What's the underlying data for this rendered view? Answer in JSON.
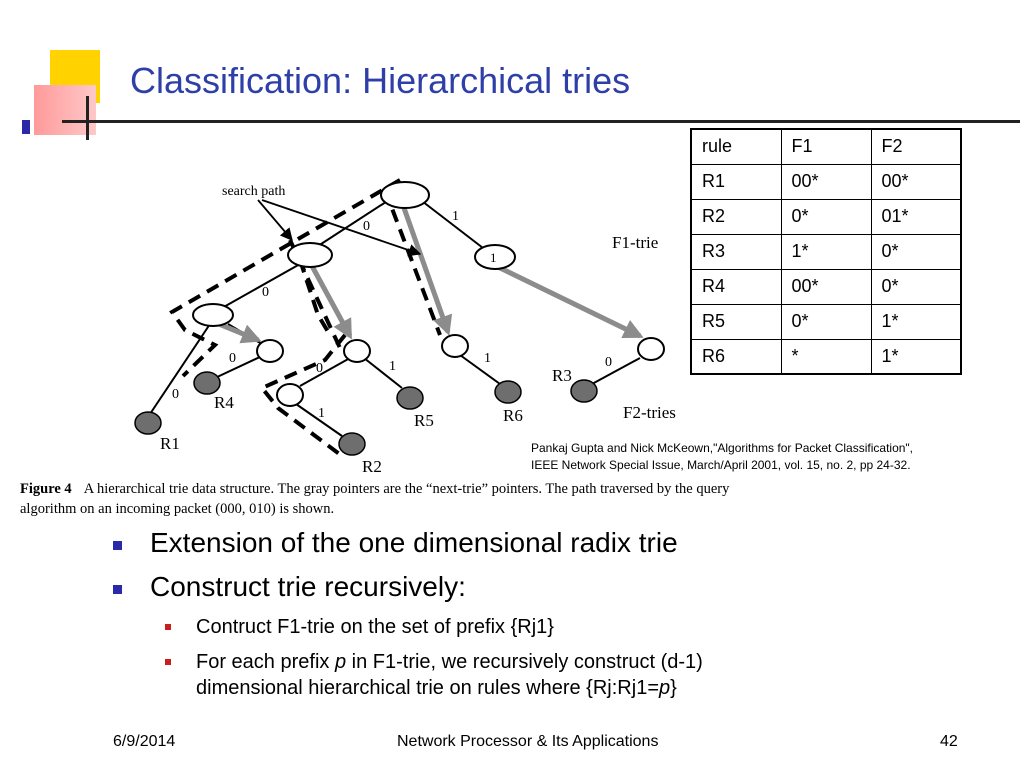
{
  "slide": {
    "title": "Classification: Hierarchical tries"
  },
  "table": {
    "rows": [
      [
        "rule",
        "F1",
        "F2"
      ],
      [
        "R1",
        "00*",
        "00*"
      ],
      [
        "R2",
        "0*",
        "01*"
      ],
      [
        "R3",
        "1*",
        "0*"
      ],
      [
        "R4",
        "00*",
        "0*"
      ],
      [
        "R5",
        "0*",
        "1*"
      ],
      [
        "R6",
        "*",
        "1*"
      ]
    ]
  },
  "figure": {
    "search_path_label": "search path",
    "f1_trie_label": "F1-trie",
    "f2_tries_label": "F2-tries",
    "edge_labels": {
      "e_root_0": "0",
      "e_root_1": "1",
      "e_n0_0": "0",
      "e_n1_1": "1",
      "e_n00_0": "0",
      "e_n00_0b": "0",
      "e_n0_0c": "0",
      "e_n0_1": "1",
      "e_b_1": "1",
      "e_n1_0": "0",
      "e_g_1": "1"
    },
    "rule_labels": {
      "r1": "R1",
      "r2": "R2",
      "r3": "R3",
      "r4": "R4",
      "r5": "R5",
      "r6": "R6"
    },
    "caption_label": "Figure 4",
    "caption_text": "A hierarchical trie data structure. The gray pointers are the “next-trie” pointers. The path traversed by the query algorithm on an incoming packet (000, 010) is shown."
  },
  "citation": {
    "line1": "Pankaj Gupta and Nick McKeown,\"Algorithms for Packet Classification\",",
    "line2": "IEEE Network Special Issue, March/April 2001, vol. 15, no. 2, pp 24-32."
  },
  "bullets": {
    "b1": "Extension of the one dimensional radix trie",
    "b2": "Construct trie recursively:",
    "b2_sub1": "Contruct F1-trie on the set of prefix {Rj1}",
    "b2_sub2_line1_pre": "For each prefix ",
    "b2_sub2_line1_var": "p",
    "b2_sub2_line1_post": " in F1-trie, we recursively construct (d-1)",
    "b2_sub2_line2_pre": "dimensional hierarchical trie on rules where {Rj:Rj1=",
    "b2_sub2_line2_var": "p",
    "b2_sub2_line2_post": "}"
  },
  "footer": {
    "date": "6/9/2014",
    "course": "Network Processor & Its Applications",
    "page": "42"
  },
  "colors": {
    "title": "#2f3fa8",
    "bullet_l1": "#2a2aa8",
    "bullet_l2": "#c81e1e",
    "pointer_gray": "#8c8c8c",
    "rule_node": "#6e6e6e"
  }
}
